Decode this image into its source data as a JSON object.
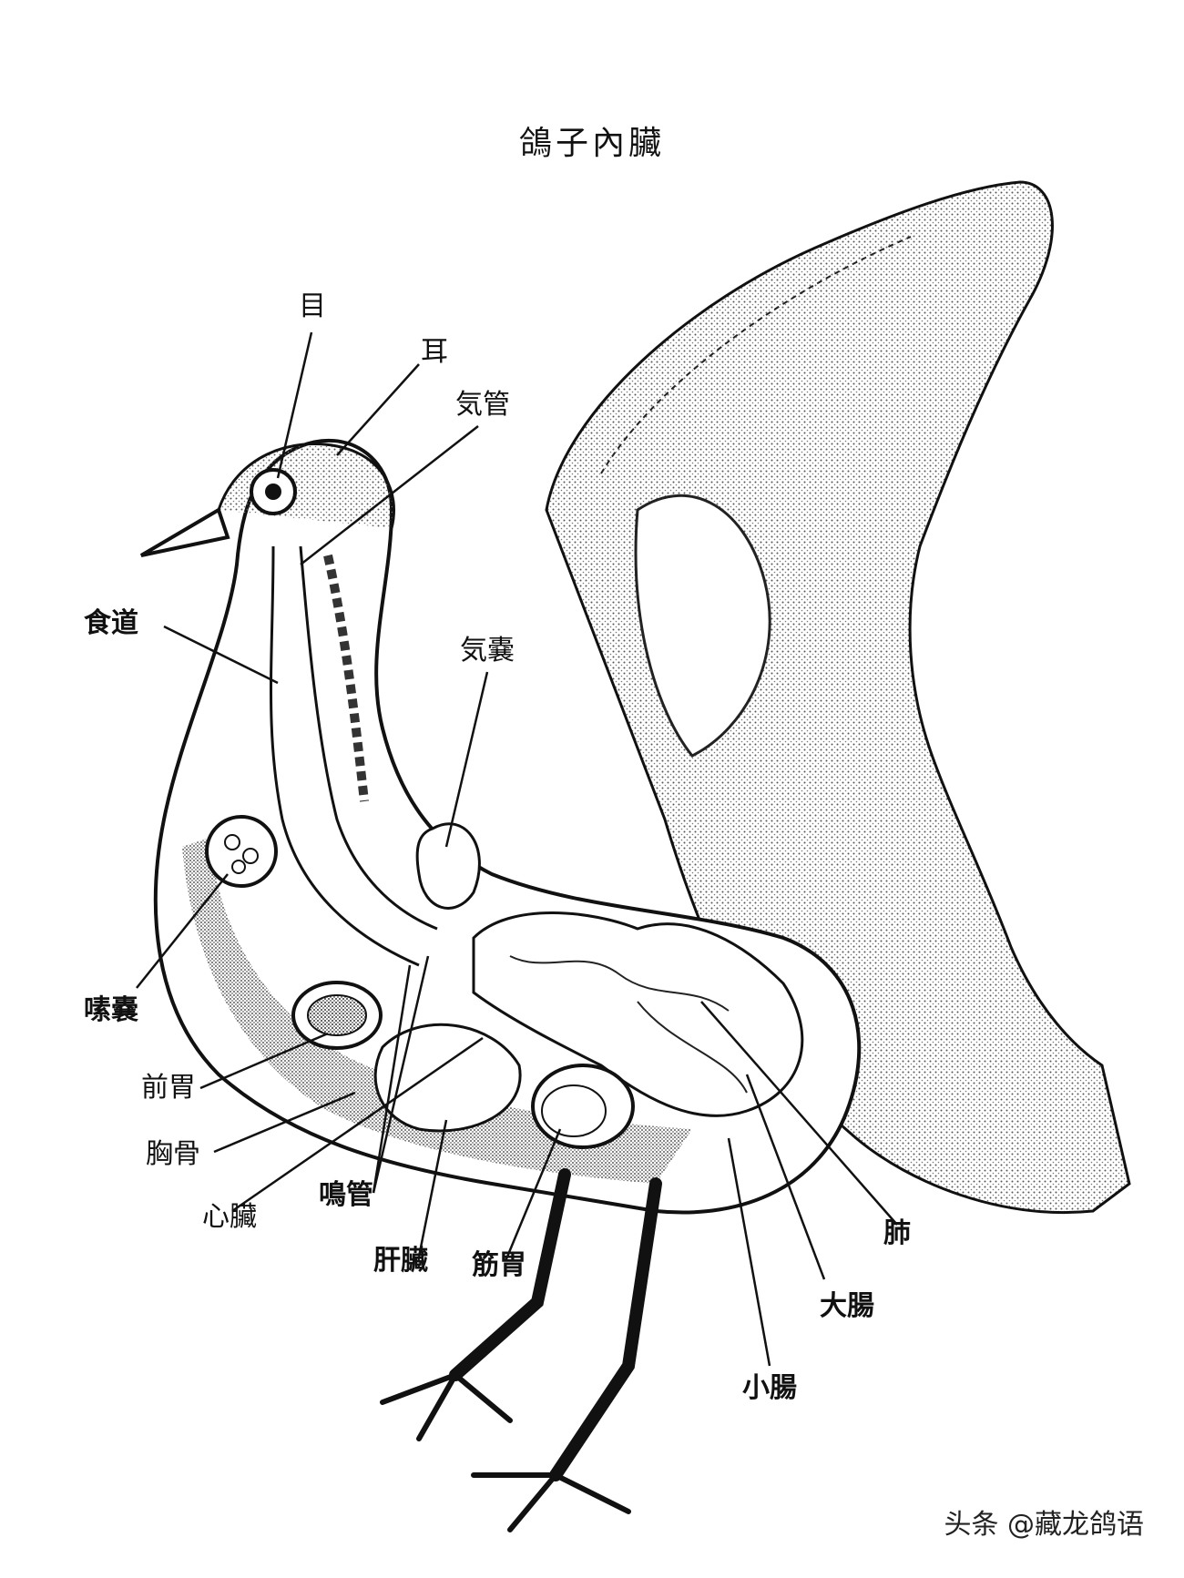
{
  "title": "鴿子內臟",
  "labels": {
    "eye": "目",
    "ear": "耳",
    "trachea": "気管",
    "esophagus": "食道",
    "air_sac": "気嚢",
    "crop": "嗉嚢",
    "proventriculus": "前胃",
    "sternum": "胸骨",
    "heart": "心臟",
    "syrinx": "鳴管",
    "liver": "肝臟",
    "gizzard": "筋胃",
    "lung": "肺",
    "large_intestine": "大腸",
    "small_intestine": "小腸"
  },
  "watermark": "头条 @藏龙鸽语",
  "colors": {
    "ink": "#111111",
    "stipple": "#b8b8b8",
    "paper": "#ffffff"
  }
}
